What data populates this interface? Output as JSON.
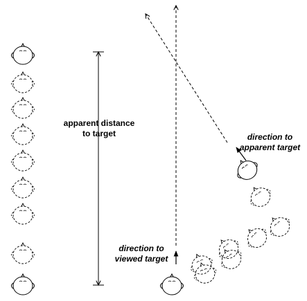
{
  "labels": {
    "apparent_distance": [
      "apparent distance",
      "to target"
    ],
    "direction_apparent": [
      "direction to",
      "apparent target"
    ],
    "direction_viewed": [
      "direction to",
      "viewed target"
    ]
  },
  "colors": {
    "ink": "#000000",
    "background": "#ffffff"
  },
  "figures": {
    "left_column": {
      "solid_heads": 2,
      "dashed_heads": 7
    },
    "right_path": {
      "solid_heads": 2,
      "dashed_heads": 6
    }
  }
}
